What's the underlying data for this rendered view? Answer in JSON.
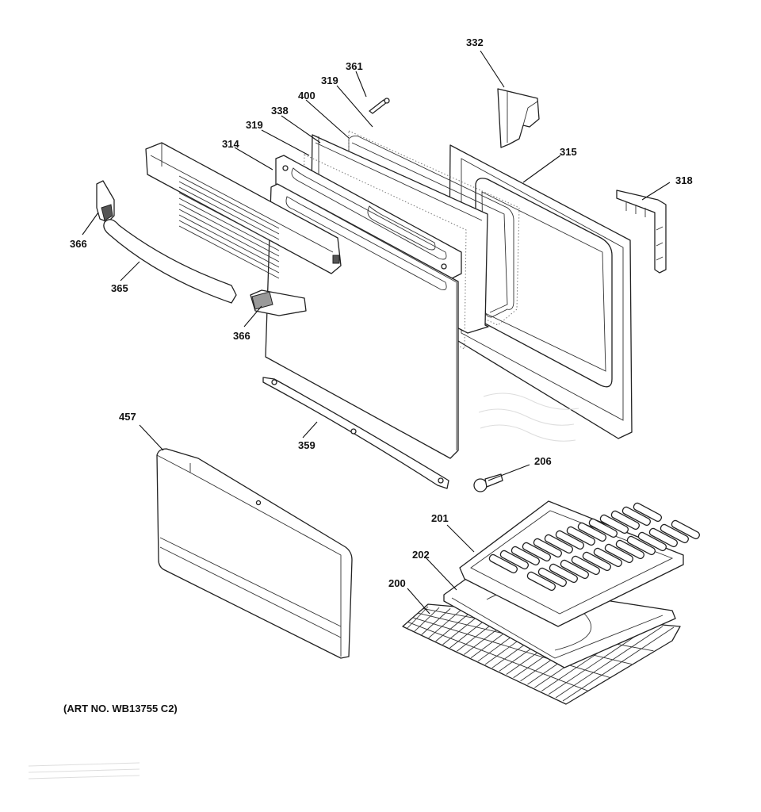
{
  "art_number": "(ART NO. WB13755 C2)",
  "callouts": {
    "c332": "332",
    "c361": "361",
    "c319a": "319",
    "c400": "400",
    "c338": "338",
    "c319b": "319",
    "c314": "314",
    "c315": "315",
    "c318": "318",
    "c366a": "366",
    "c365": "365",
    "c366b": "366",
    "c457": "457",
    "c359": "359",
    "c206": "206",
    "c201": "201",
    "c202": "202",
    "c200": "200"
  }
}
